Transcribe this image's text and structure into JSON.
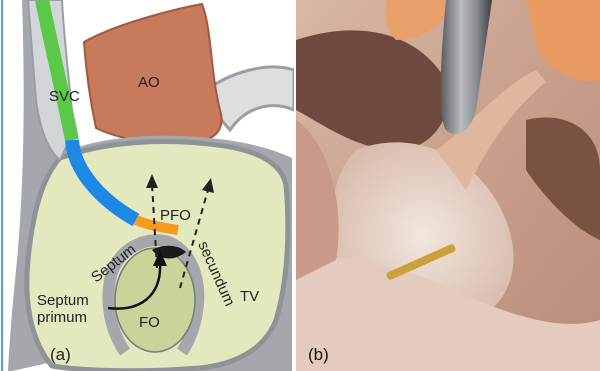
{
  "panel_a": {
    "tag": "(a)",
    "labels": {
      "svc": "SVC",
      "ao": "AO",
      "pfo": "PFO",
      "septum": "Septum",
      "secundum": "secundum",
      "septum_primum_line1": "Septum",
      "septum_primum_line2": "primum",
      "fo": "FO",
      "tv": "TV"
    }
  },
  "panel_b": {
    "tag": "(b)"
  },
  "colors": {
    "svc_green": "#5cc84a",
    "septum_blue": "#1e88e5",
    "pfo_orange": "#f59b1d",
    "aorta": "#c87a5c",
    "atrium_fill": "#e3e8be",
    "fossa_fill": "#c8d59a",
    "wall_gray": "#a4a8ac",
    "panel_border": "#4aa3df"
  }
}
